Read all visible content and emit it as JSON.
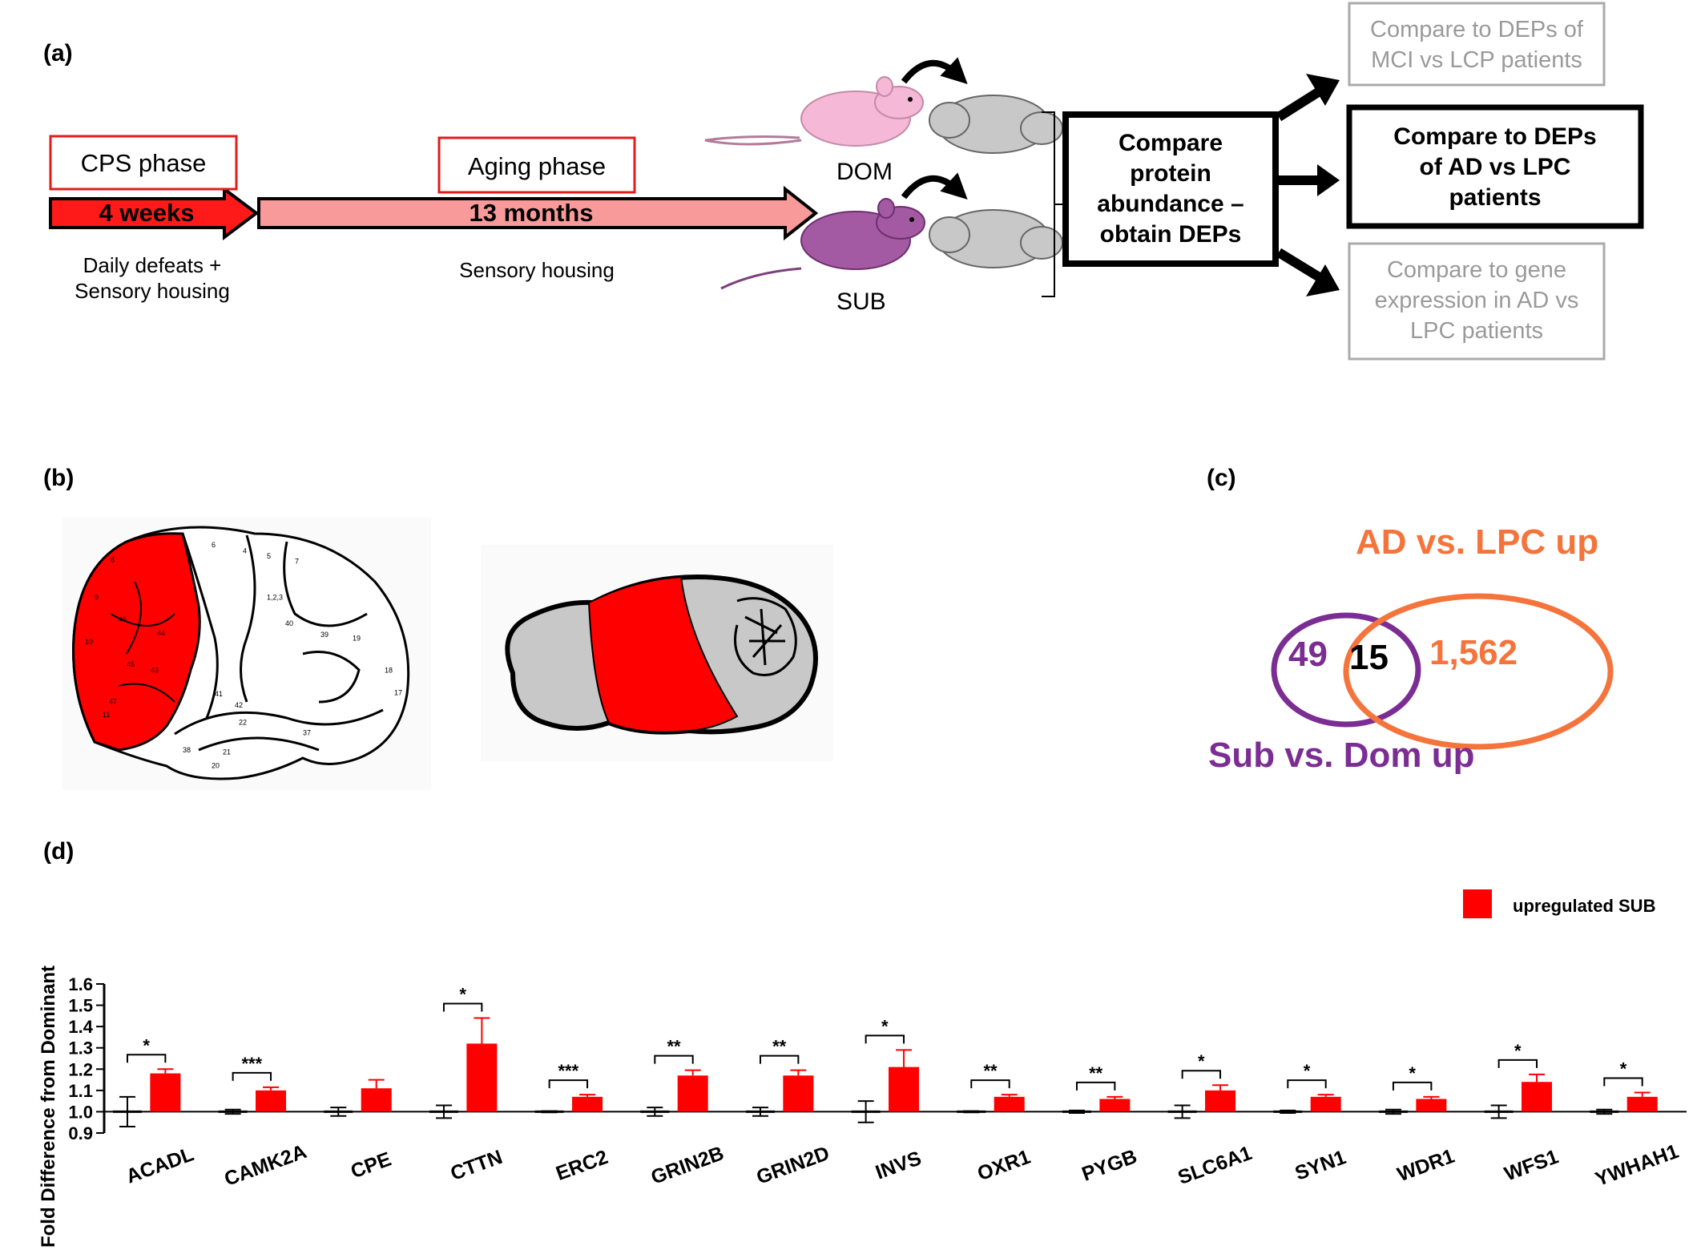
{
  "panel_a": {
    "letter": "(a)",
    "cps_phase": "CPS phase",
    "cps_duration": "4 weeks",
    "cps_caption_line1": "Daily defeats +",
    "cps_caption_line2": "Sensory housing",
    "aging_phase": "Aging phase",
    "aging_duration": "13 months",
    "aging_caption": "Sensory housing",
    "dom_label": "DOM",
    "sub_label": "SUB",
    "compare_line1": "Compare",
    "compare_line2": "protein",
    "compare_line3": "abundance –",
    "compare_line4": "obtain DEPs",
    "out1_line1": "Compare to DEPs of",
    "out1_line2": "MCI vs LCP patients",
    "out2_line1": "Compare to DEPs",
    "out2_line2": "of AD vs LPC",
    "out2_line3": "patients",
    "out3_line1": "Compare to gene",
    "out3_line2": "expression in AD vs",
    "out3_line3": "LPC patients"
  },
  "panel_b": {
    "letter": "(b)",
    "brodmann_labels": [
      "4",
      "6",
      "8",
      "9",
      "5",
      "7",
      "1,2,3",
      "40",
      "39",
      "19",
      "10",
      "46",
      "44",
      "45",
      "43",
      "41",
      "42",
      "22",
      "21",
      "37",
      "38",
      "20",
      "18",
      "17",
      "11",
      "47"
    ]
  },
  "panel_c": {
    "letter": "(c)",
    "set_a_label": "AD vs. LPC up",
    "set_b_label": "Sub vs. Dom up",
    "only_b": "49",
    "overlap": "15",
    "only_a": "1,562",
    "color_a": "#f4743b",
    "color_b": "#7b2d93"
  },
  "panel_d": {
    "letter": "(d)",
    "chart_data": {
      "type": "bar",
      "ylabel": "Fold Difference from Dominant",
      "ylim": [
        0.9,
        1.6
      ],
      "yticks": [
        "0.9",
        "1.0",
        "1.1",
        "1.2",
        "1.3",
        "1.4",
        "1.5",
        "1.6"
      ],
      "legend": "upregulated SUB",
      "bar_color": "#ff0000",
      "categories": [
        "ACADL",
        "CAMK2A",
        "CPE",
        "CTTN",
        "ERC2",
        "GRIN2B",
        "GRIN2D",
        "INVS",
        "OXR1",
        "PYGB",
        "SLC6A1",
        "SYN1",
        "WDR1",
        "WFS1",
        "YWHAH1"
      ],
      "dom_values": [
        1.0,
        1.0,
        1.0,
        1.0,
        1.0,
        1.0,
        1.0,
        1.0,
        1.0,
        1.0,
        1.0,
        1.0,
        1.0,
        1.0,
        1.0
      ],
      "dom_err": [
        0.07,
        0.01,
        0.02,
        0.03,
        0.003,
        0.02,
        0.02,
        0.05,
        0.003,
        0.006,
        0.03,
        0.006,
        0.01,
        0.03,
        0.01
      ],
      "sub_values": [
        1.18,
        1.1,
        1.11,
        1.32,
        1.07,
        1.17,
        1.17,
        1.21,
        1.07,
        1.06,
        1.1,
        1.07,
        1.06,
        1.14,
        1.07
      ],
      "sub_err": [
        0.02,
        0.015,
        0.04,
        0.12,
        0.01,
        0.025,
        0.025,
        0.08,
        0.01,
        0.01,
        0.025,
        0.01,
        0.01,
        0.035,
        0.02
      ],
      "significance": [
        "*",
        "***",
        "",
        "*",
        "***",
        "**",
        "**",
        "*",
        "**",
        "**",
        "*",
        "*",
        "*",
        "*",
        "*"
      ]
    }
  }
}
